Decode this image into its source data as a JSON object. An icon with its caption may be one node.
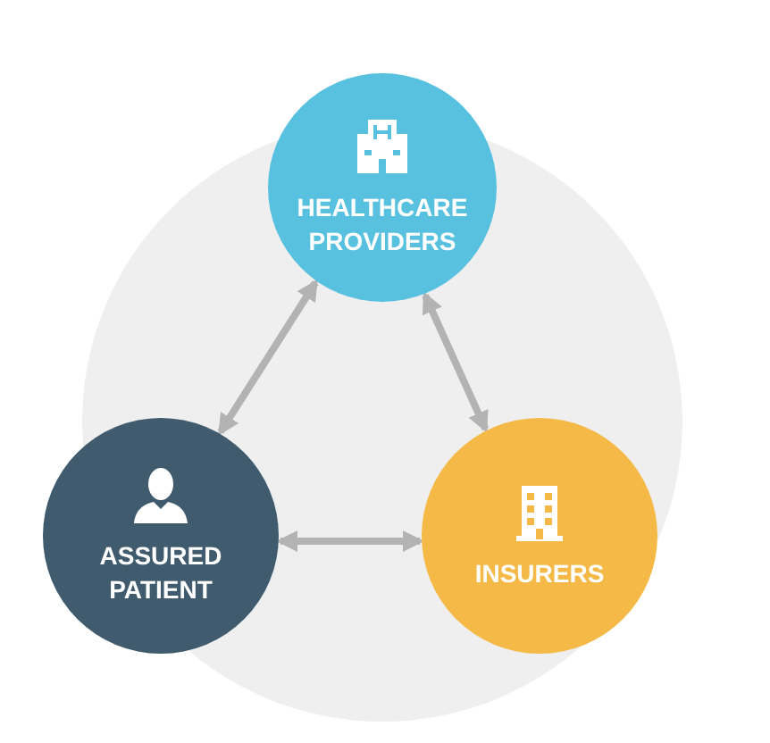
{
  "diagram": {
    "nodes": [
      {
        "text": [
          "HEALTHCARE PROVIDERS"
        ]
      },
      {
        "text": [
          "ASSURED PATIENT"
        ]
      },
      {
        "text": [
          "INSURERS"
        ]
      }
    ],
    "edges": [
      {
        "from": 0,
        "to": 1,
        "arrow": "both"
      },
      {
        "from": 0,
        "to": 2,
        "arrow": "both"
      },
      {
        "from": 1,
        "to": 2,
        "arrow": "both"
      }
    ]
  }
}
